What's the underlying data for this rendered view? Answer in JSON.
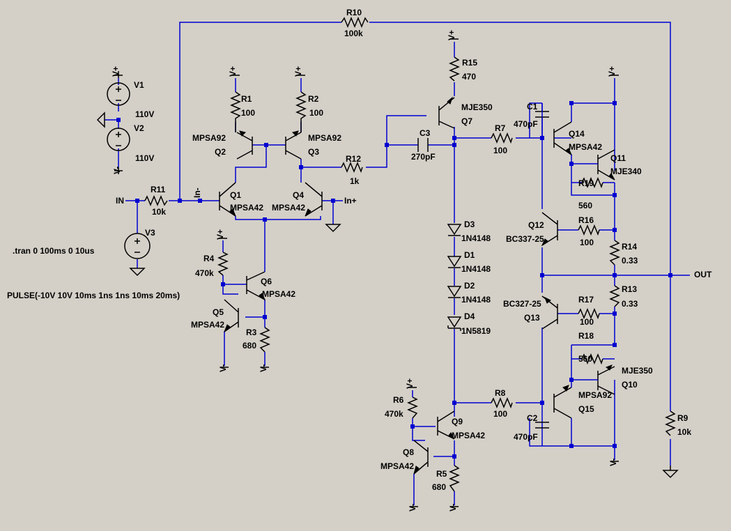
{
  "schematic": {
    "directives": [
      ".tran 0 100ms 0 10us",
      "PULSE(-10V 10V 10ms 1ns 1ns 10ms 20ms)"
    ],
    "nets": {
      "in": "IN",
      "out": "OUT",
      "in_minus": "In-",
      "in_plus": "In+",
      "vplus": "V+",
      "vminus": "V-"
    },
    "sources": [
      {
        "ref": "V1",
        "value": "110V"
      },
      {
        "ref": "V2",
        "value": "110V"
      },
      {
        "ref": "V3",
        "value": ""
      }
    ],
    "resistors": [
      {
        "ref": "R1",
        "value": "100"
      },
      {
        "ref": "R2",
        "value": "100"
      },
      {
        "ref": "R3",
        "value": "680"
      },
      {
        "ref": "R4",
        "value": "470k"
      },
      {
        "ref": "R5",
        "value": "680"
      },
      {
        "ref": "R6",
        "value": "470k"
      },
      {
        "ref": "R7",
        "value": "100"
      },
      {
        "ref": "R8",
        "value": "100"
      },
      {
        "ref": "R9",
        "value": "10k"
      },
      {
        "ref": "R10",
        "value": "100k"
      },
      {
        "ref": "R11",
        "value": "10k"
      },
      {
        "ref": "R12",
        "value": "1k"
      },
      {
        "ref": "R13",
        "value": "0.33"
      },
      {
        "ref": "R14",
        "value": "0.33"
      },
      {
        "ref": "R15",
        "value": "470"
      },
      {
        "ref": "R16",
        "value": "100"
      },
      {
        "ref": "R17",
        "value": "100"
      },
      {
        "ref": "R18",
        "value": "560"
      },
      {
        "ref": "R19",
        "value": "560"
      }
    ],
    "capacitors": [
      {
        "ref": "C1",
        "value": "470pF"
      },
      {
        "ref": "C2",
        "value": "470pF"
      },
      {
        "ref": "C3",
        "value": "270pF"
      }
    ],
    "diodes": [
      {
        "ref": "D1",
        "value": "1N4148"
      },
      {
        "ref": "D2",
        "value": "1N4148"
      },
      {
        "ref": "D3",
        "value": "1N4148"
      },
      {
        "ref": "D4",
        "value": "1N5819"
      }
    ],
    "transistors": [
      {
        "ref": "Q1",
        "value": "MPSA42"
      },
      {
        "ref": "Q2",
        "value": "MPSA92"
      },
      {
        "ref": "Q3",
        "value": "MPSA92"
      },
      {
        "ref": "Q4",
        "value": "MPSA42"
      },
      {
        "ref": "Q5",
        "value": "MPSA42"
      },
      {
        "ref": "Q6",
        "value": "MPSA42"
      },
      {
        "ref": "Q7",
        "value": "MJE350"
      },
      {
        "ref": "Q8",
        "value": "MPSA42"
      },
      {
        "ref": "Q9",
        "value": "MPSA42"
      },
      {
        "ref": "Q10",
        "value": "MJE350"
      },
      {
        "ref": "Q11",
        "value": "MJE340"
      },
      {
        "ref": "Q12",
        "value": "BC337-25"
      },
      {
        "ref": "Q13",
        "value": "BC327-25"
      },
      {
        "ref": "Q14",
        "value": "MPSA42"
      },
      {
        "ref": "Q15",
        "value": "MPSA92"
      }
    ]
  }
}
